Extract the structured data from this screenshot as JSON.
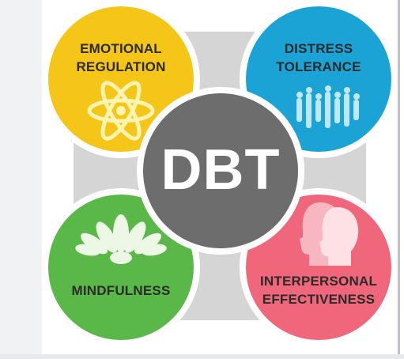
{
  "diagram": {
    "center": {
      "label": "DBT"
    },
    "quadrants": {
      "emotional_regulation": {
        "line1": "EMOTIONAL",
        "line2": "REGULATION"
      },
      "distress_tolerance": {
        "line1": "DISTRESS",
        "line2": "TOLERANCE"
      },
      "mindfulness": {
        "line1": "MINDFULNESS"
      },
      "interpersonal_effectiveness": {
        "line1": "INTERPERSONAL",
        "line2": "EFFECTIVENESS"
      }
    },
    "colors": {
      "emotional_regulation": "#f5c518",
      "distress_tolerance": "#1aa3d4",
      "mindfulness": "#5ab848",
      "interpersonal_effectiveness": "#f0667a",
      "center": "#6d6d6d",
      "connector": "#d5d5d5"
    },
    "icons": {
      "emotional_regulation": "atom-icon",
      "distress_tolerance": "dna-strand-icon",
      "mindfulness": "lotus-flower-icon",
      "interpersonal_effectiveness": "two-faces-icon"
    }
  }
}
